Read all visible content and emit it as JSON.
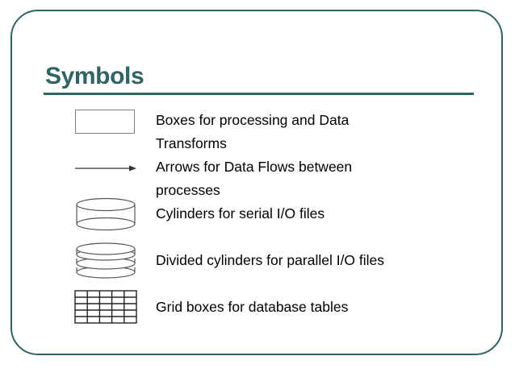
{
  "slide": {
    "title": "Symbols",
    "accent_color": "#2f6364",
    "text_color": "#000000",
    "background_color": "#ffffff",
    "symbol_stroke_color": "#808080"
  },
  "body_lines": [
    {
      "text": "Boxes for processing and Data",
      "blank": false
    },
    {
      "text": "Transforms",
      "blank": false
    },
    {
      "text": "Arrows for Data Flows between",
      "blank": false
    },
    {
      "text": "processes",
      "blank": false
    },
    {
      "text": "Cylinders for serial I/O files",
      "blank": false
    },
    {
      "text": "",
      "blank": true
    },
    {
      "text": "Divided cylinders for parallel I/O files",
      "blank": false
    },
    {
      "text": "",
      "blank": true
    },
    {
      "text": "Grid boxes for database tables",
      "blank": false
    }
  ],
  "symbols": [
    {
      "name": "process-box",
      "label": "Boxes for processing and Data Transforms"
    },
    {
      "name": "arrow",
      "label": "Arrows for Data Flows between processes"
    },
    {
      "name": "cylinder",
      "label": "Cylinders for serial I/O files"
    },
    {
      "name": "divided-cylinder",
      "label": "Divided cylinders for parallel I/O files"
    },
    {
      "name": "grid-box",
      "label": "Grid boxes for database tables"
    }
  ],
  "grid": {
    "columns": 5,
    "rows": 5
  }
}
